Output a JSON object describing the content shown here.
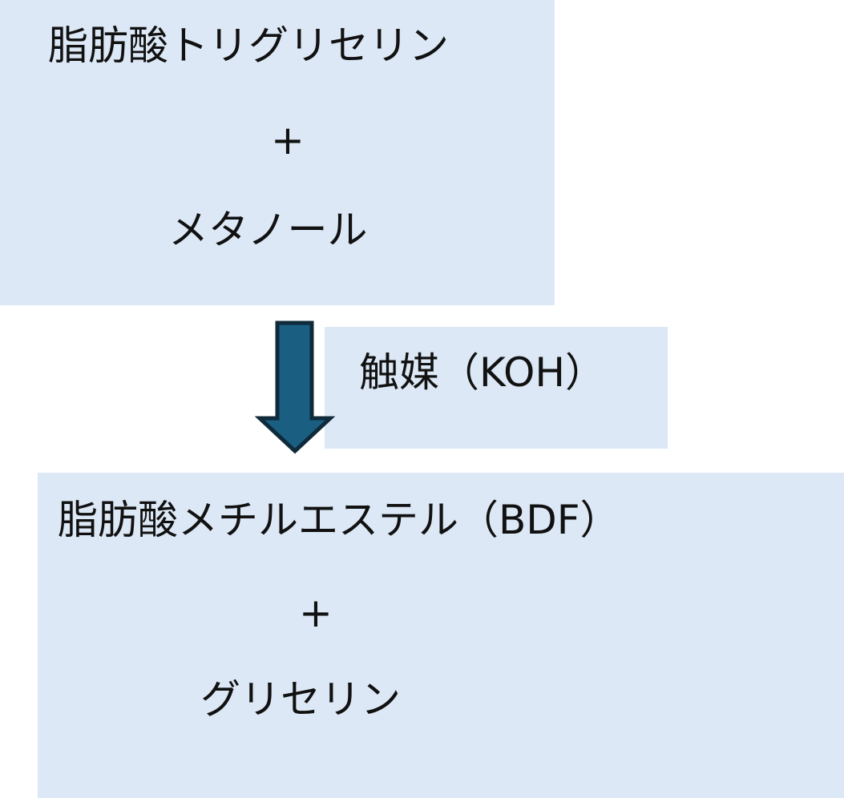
{
  "reactants": {
    "line1": "脂肪酸トリグリセリン",
    "plus": "+",
    "line2": "メタノール"
  },
  "catalyst": {
    "label": "触媒（KOH）"
  },
  "products": {
    "line1": "脂肪酸メチルエステル（BDF）",
    "plus": "+",
    "line2": "グリセリン"
  },
  "colors": {
    "box": "#dce8f5",
    "arrow_fill": "#1a5f82",
    "arrow_stroke": "#0f2a3a"
  }
}
